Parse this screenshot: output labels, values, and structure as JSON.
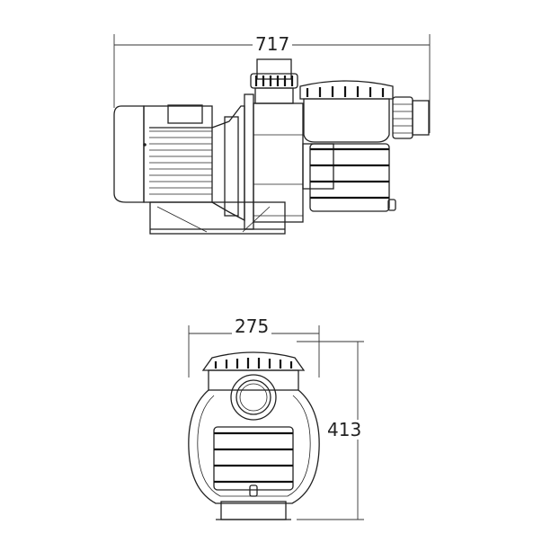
{
  "side_view": {
    "width_dimension": "717"
  },
  "front_view": {
    "width_dimension": "275",
    "height_dimension": "413"
  }
}
